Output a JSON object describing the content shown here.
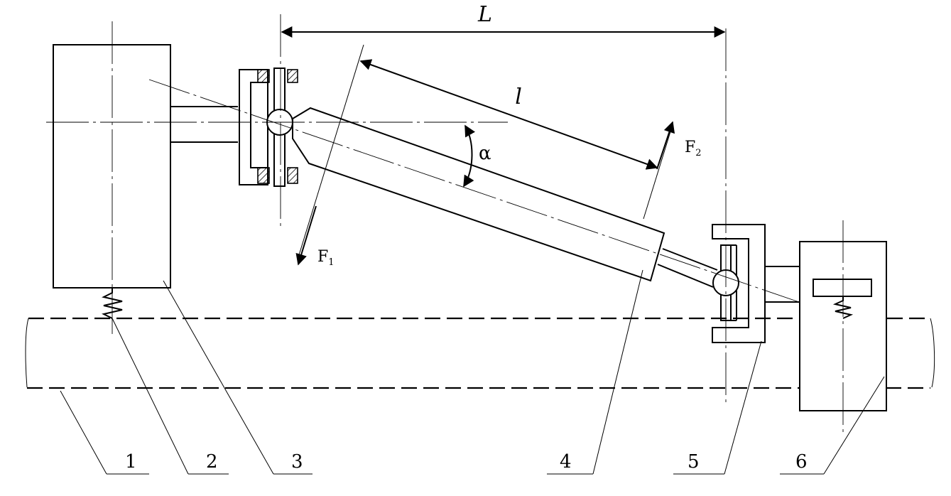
{
  "dimensions": {
    "span_label": "L",
    "arm_label": "l",
    "angle_label": "α"
  },
  "forces": [
    {
      "id": "F1",
      "symbol": "F",
      "subscript": "1"
    },
    {
      "id": "F2",
      "symbol": "F",
      "subscript": "2"
    }
  ],
  "callouts": [
    "1",
    "2",
    "3",
    "4",
    "5",
    "6"
  ]
}
